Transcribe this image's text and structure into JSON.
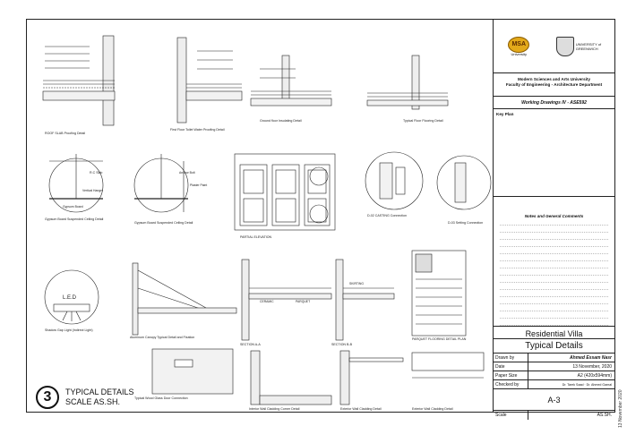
{
  "titleblock": {
    "logo_left": "MSA",
    "logo_left_sub": "University",
    "logo_right": "UNIVERSITY of GREENWICH",
    "university": "Modern Sciences and Arts University",
    "faculty": "Faculty of Engineering - Architecture Department",
    "course": "Working Drawings IV - ASE592",
    "key_plan": "Key Plan",
    "notes": "Notes and General Comments",
    "project": "Residential Villa",
    "sheet_title": "Typical Details",
    "drawn_by_label": "Drawn by",
    "drawn_by": "Ahmed Essam Nasr",
    "date_label": "Date",
    "date": "13 November, 2020",
    "paper_label": "Paper Size",
    "paper": "A2 (420x594mm)",
    "checked_label": "Checked by",
    "checked": "Dr. Tarek Saad · Dr. Ahmed Gamal",
    "sheet_no": "A-3",
    "scale_label": "Scale",
    "scale": "AS.SH."
  },
  "side_date": "13 November 2020",
  "big_title": {
    "number": "3",
    "line1": "TYPICAL DETAILS",
    "line2": "SCALE AS.SH."
  },
  "details": [
    {
      "t": "ROOF SLAB Proofing Detail"
    },
    {
      "t": "First Floor Toilet Water Proofing Detail"
    },
    {
      "t": "Ground floor Insulating Detail"
    },
    {
      "t": "Typical Floor Flooring Detail"
    },
    {
      "t": "Gypsum Board Suspended Ceiling Detail"
    },
    {
      "t": "Gypsum Board Suspended Ceiling Detail"
    },
    {
      "t": "PARTIAL ELEVATION"
    },
    {
      "t": "D-02 CASTING Connection"
    },
    {
      "t": "D-03 Setting Connection"
    },
    {
      "t": "Shadow Gap Light (Indirect Light)"
    },
    {
      "t": "Aluminum Canopy Typical Detail and Fixation"
    },
    {
      "t": "SECTION A-A"
    },
    {
      "t": "SECTION B-B"
    },
    {
      "t": "PARQUET FLOORING DETAIL PLAN"
    },
    {
      "t": "Typical Wood Glass Door Connection"
    },
    {
      "t": "Interior Wall Cladding Corner Detail"
    },
    {
      "t": "Exterior Wall Cladding Detail"
    },
    {
      "t": "Exterior Wall Cladding Detail"
    }
  ],
  "labels": {
    "led": "L.E.D",
    "rc_slab": "R.C Slab",
    "anchor_bolt": "Anchor Bolt",
    "vertical_hanger": "Vertical Hanger",
    "gypsum_board": "Gypsum Board",
    "plaster_paint": "Plaster Paint",
    "ceramic": "CERAMIC",
    "parquet": "PARQUET",
    "skirting": "SKIRTING"
  }
}
